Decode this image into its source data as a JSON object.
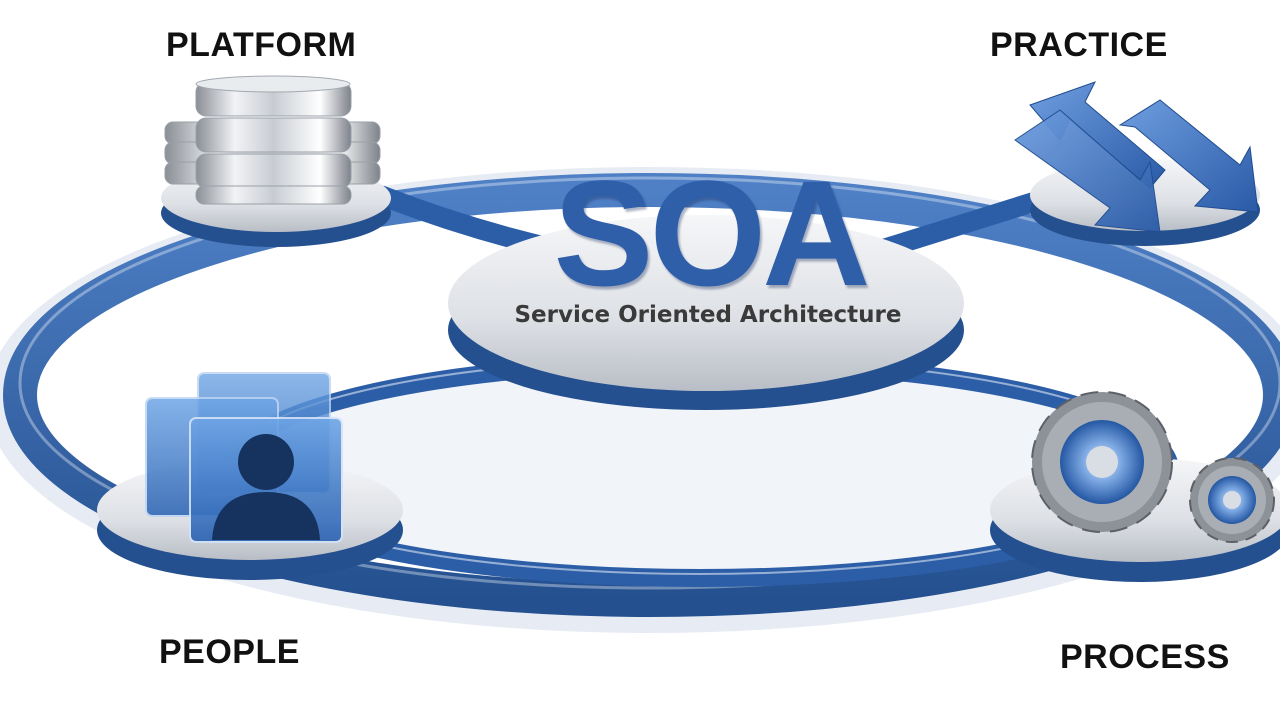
{
  "diagram": {
    "center": {
      "title": "SOA",
      "subtitle": "Service Oriented Architecture"
    },
    "nodes": {
      "platform": {
        "label": "PLATFORM",
        "icon": "database-server-icon"
      },
      "practice": {
        "label": "PRACTICE",
        "icon": "exchange-arrows-icon"
      },
      "people": {
        "label": "PEOPLE",
        "icon": "user-profiles-icon"
      },
      "process": {
        "label": "PROCESS",
        "icon": "gears-icon"
      }
    },
    "colors": {
      "ring_blue": "#2c5ea8",
      "ring_dark": "#1e477f",
      "disc_gray": "#d9dde3",
      "title_blue": "#2f5fa8",
      "label_text": "#111111",
      "background": "#ffffff"
    }
  }
}
